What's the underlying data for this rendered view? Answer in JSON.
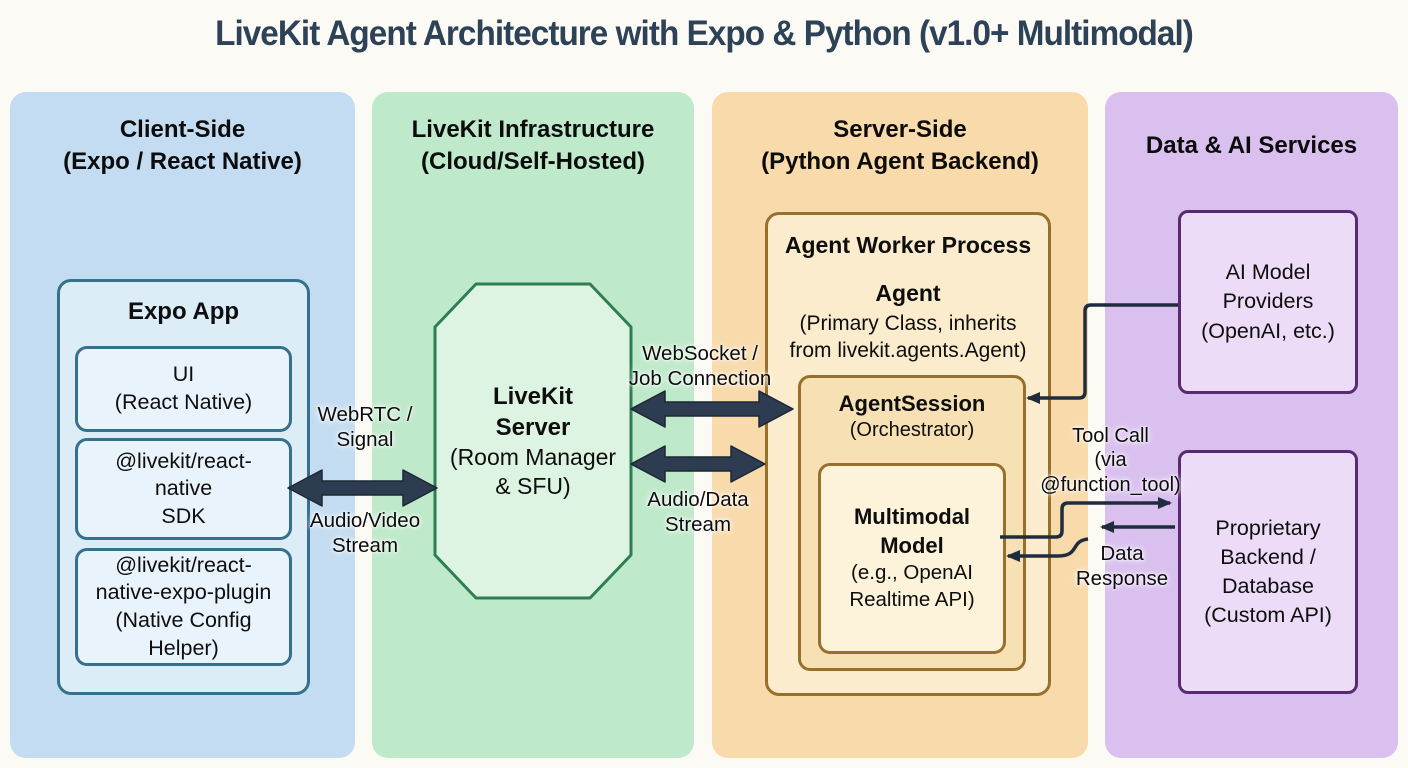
{
  "title": "LiveKit Agent Architecture with Expo & Python (v1.0+ Multimodal)",
  "client": {
    "header": "Client-Side\n(Expo / React Native)",
    "expo_app_title": "Expo App",
    "boxes": [
      "UI\n(React Native)",
      "@livekit/react-\nnative\nSDK",
      "@livekit/react-\nnative-expo-plugin\n(Native Config Helper)"
    ]
  },
  "infra": {
    "header": "LiveKit Infrastructure\n(Cloud/Self-Hosted)",
    "server_title": "LiveKit\nServer",
    "server_subtitle": "(Room Manager\n& SFU)"
  },
  "server": {
    "header": "Server-Side\n(Python Agent Backend)",
    "worker_title": "Agent Worker Process",
    "agent_title": "Agent",
    "agent_subtitle": "(Primary Class, inherits\nfrom livekit.agents.Agent)",
    "session_title": "AgentSession",
    "session_subtitle": "(Orchestrator)",
    "model_title": "Multimodal\nModel",
    "model_subtitle": "(e.g., OpenAI\nRealtime API)"
  },
  "services": {
    "header": "Data & AI Services",
    "boxes": [
      "AI Model\nProviders\n(OpenAI, etc.)",
      "Proprietary\nBackend /\nDatabase\n(Custom API)"
    ]
  },
  "edges": {
    "webrtc": "WebRTC /\nSignal",
    "audio_video": "Audio/Video\nStream",
    "websocket": "WebSocket /\nJob Connection",
    "audio_data": "Audio/Data\nStream",
    "tool_call": "Tool Call\n(via\n@function_tool)",
    "data_response": "Data\nResponse"
  },
  "colors": {
    "client_bg": "#c4dcf1",
    "infra_bg": "#bee9ca",
    "server_bg": "#f8daab",
    "services_bg": "#d9c0ef",
    "client_border": "#35708c",
    "infra_border": "#2f7d52",
    "server_border": "#96702c",
    "services_border": "#5a2a70",
    "arrow_thick": "#2e3c52",
    "arrow_thin": "#1f2c3d",
    "title": "#2d4257"
  }
}
